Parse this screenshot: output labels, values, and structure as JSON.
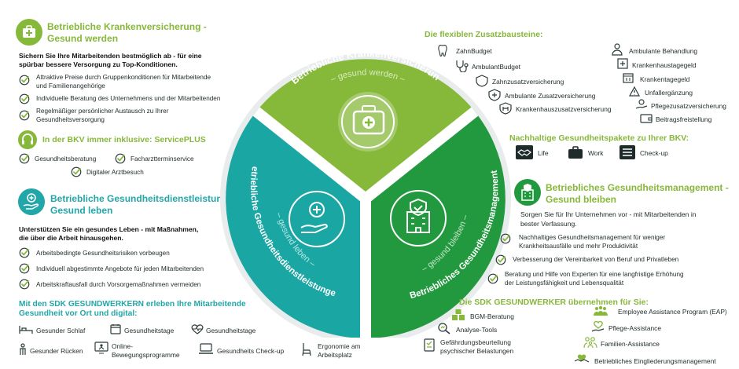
{
  "left": {
    "insurance": {
      "title_line1": "Betriebliche Krankenversicherung -",
      "title_line2": "Gesund werden",
      "intro_line1": "Sichern Sie Ihre Mitarbeitenden bestmöglich ab - für eine",
      "intro_line2": "spürbar bessere Versorgung zu Top-Konditionen.",
      "bullets": [
        {
          "l1": "Attraktive Preise durch Gruppenkonditionen für Mitarbeitende",
          "l2": "und Familienangehörige"
        },
        {
          "l1": "Individuelle Beratung des Unternehmens und der Mitarbeitenden",
          "l2": ""
        },
        {
          "l1": "Regelmäßiger persönlicher Austausch zu Ihrer",
          "l2": "Gesundheitsversorgung"
        }
      ]
    },
    "service": {
      "title": "In der BKV immer inklusive: ServicePLUS",
      "items": [
        "Gesundheitsberatung",
        "Facharztterminservice",
        "Digitaler Arztbesuch"
      ]
    },
    "bgd": {
      "title_line1": "Betriebliche Gesundheitsdienstleistung -",
      "title_line2": "Gesund leben",
      "intro_line1": "Unterstützen Sie ein gesundes Leben - mit Maßnahmen,",
      "intro_line2": "die über die Arbeit hinausgehen.",
      "bullets": [
        "Arbeitsbedingte Gesundheitsrisiken vorbeugen",
        "Individuell abgestimmte Angebote für jeden Mitarbeitenden",
        "Arbeitskraftausfall durch Vorsorgemaßnahmen vermeiden"
      ]
    },
    "sdk_digital": {
      "title_line1": "Mit den SDK GESUNDWERKERN erleben Ihre Mitarbeitende",
      "title_line2": "Gesundheit vor Ort und digital:",
      "items": [
        {
          "label": "Gesunder Schlaf",
          "label2": "",
          "icon": "bed-icon"
        },
        {
          "label": "Gesundheitstage",
          "label2": "",
          "icon": "calendar-icon"
        },
        {
          "label": "Gesundheitstage",
          "label2": "",
          "icon": "heartbeat-icon"
        },
        {
          "label": "Gesunder Rücken",
          "label2": "",
          "icon": "back-icon"
        },
        {
          "label": "Online-",
          "label2": "Bewegungsprogramme",
          "icon": "monitor-person-icon"
        },
        {
          "label": "Gesundheits Check-up",
          "label2": "",
          "icon": "laptop-icon"
        },
        {
          "label": "Ergonomie am",
          "label2": "Arbeitsplatz",
          "icon": "chair-icon"
        }
      ]
    }
  },
  "wheel": {
    "top_title": "Betriebliche Krankenversicherung",
    "top_sub": "– gesund werden –",
    "left_title": "Betriebliche Gesundheitsdienstleistungen",
    "left_sub": "– gesund leben –",
    "right_title": "Betriebliches Gesundheitsmanagement",
    "right_sub": "– gesund bleiben –",
    "colors": {
      "top": "#86b83a",
      "left": "#1aa7a4",
      "right": "#23993f",
      "ring": "#e6eaea"
    }
  },
  "right": {
    "addons": {
      "title": "Die flexiblen Zusatzbausteine:",
      "left_items": [
        {
          "label": "ZahnBudget",
          "icon": "tooth-icon"
        },
        {
          "label": "AmbulantBudget",
          "icon": "stethoscope-icon"
        },
        {
          "label": "Zahnzusatzversicherung",
          "icon": "dental-shield-icon"
        },
        {
          "label": "Ambulante Zusatzversicherung",
          "icon": "ambulant-shield-icon"
        },
        {
          "label": "Krankenhauszusatzversicherung",
          "icon": "hospital-shield-icon"
        }
      ],
      "right_items": [
        {
          "label": "Ambulante Behandlung",
          "icon": "doctor-icon"
        },
        {
          "label": "Krankenhaustagegeld",
          "icon": "hospital-bed-icon"
        },
        {
          "label": "Krankentagegeld",
          "icon": "calendar-money-icon"
        },
        {
          "label": "Unfallergänzung",
          "icon": "warning-icon"
        },
        {
          "label": "Pflegezusatzversicherung",
          "icon": "care-icon"
        },
        {
          "label": "Beitragsfreistellung",
          "icon": "wallet-icon"
        }
      ]
    },
    "packages": {
      "title": "Nachhaltige Gesundheitspakete zu Ihrer BKV:",
      "items": [
        {
          "label": "Life",
          "icon": "handshake-icon"
        },
        {
          "label": "Work",
          "icon": "briefcase-icon"
        },
        {
          "label": "Check-up",
          "icon": "checklist-icon"
        }
      ]
    },
    "bgm": {
      "title_line1": "Betriebliches Gesundheitsmanagement -",
      "title_line2": "Gesund bleiben",
      "intro_line1": "Sorgen Sie für Ihr Unternehmen vor - mit Mitarbeitenden in",
      "intro_line2": "bester Verfassung.",
      "bullets": [
        {
          "l1": "Nachhaltiges Gesundheitsmanagement für weniger",
          "l2": "Krankheitsausfälle und mehr Produktivität"
        },
        {
          "l1": "Verbesserung der Vereinbarkeit von Beruf und Privatleben",
          "l2": ""
        },
        {
          "l1": "Beratung und Hilfe von Experten für eine langfristige Erhöhung",
          "l2": "der Leistungsfähigkeit und Lebensqualität"
        }
      ]
    },
    "sdk_take": {
      "title": "Die SDK GESUNDWERKER übernehmen für Sie:",
      "left_items": [
        {
          "label": "BGM-Beratung",
          "label2": "",
          "icon": "boxes-icon"
        },
        {
          "label": "Analyse-Tools",
          "label2": "",
          "icon": "magnifier-icon"
        },
        {
          "label": "Gefährdungsbeurteilung",
          "label2": "psychischer Belastungen",
          "icon": "clipboard-icon"
        }
      ],
      "right_items": [
        {
          "label": "Employee Assistance Program (EAP)",
          "icon": "team-icon"
        },
        {
          "label": "Pflege-Assistance",
          "icon": "care-hand-icon"
        },
        {
          "label": "Familien-Assistance",
          "icon": "family-icon"
        },
        {
          "label": "Betriebliches Eingliederungsmanagement",
          "icon": "handshake-heart-icon"
        }
      ]
    }
  }
}
